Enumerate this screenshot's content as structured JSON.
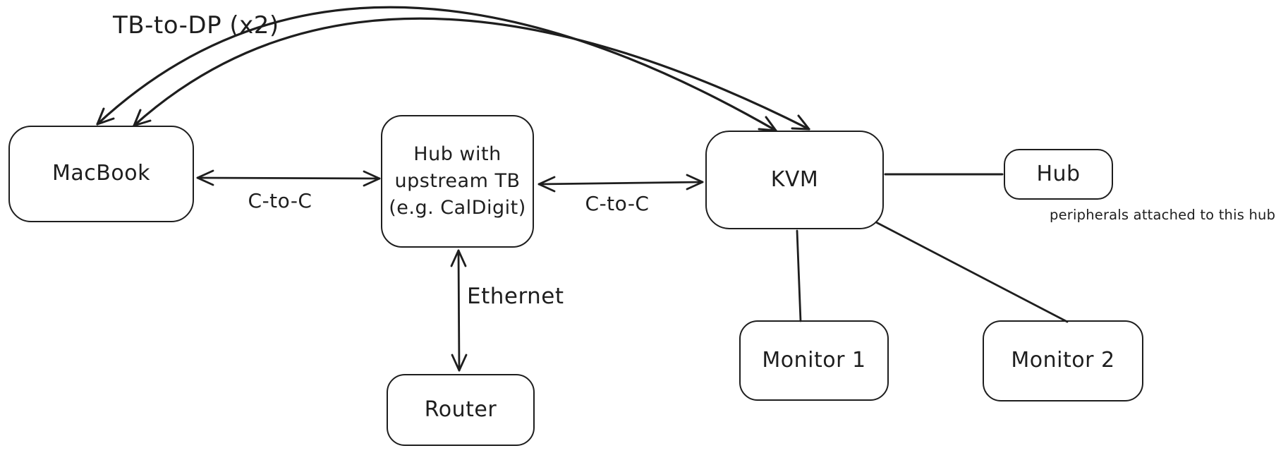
{
  "canvas": {
    "background": "#ffffff",
    "stroke_color": "#1e1e1e"
  },
  "nodes": {
    "macbook": {
      "label": "MacBook"
    },
    "hub_tb": {
      "label": "Hub with upstream TB (e.g. CalDigit)"
    },
    "kvm": {
      "label": "KVM"
    },
    "hub_right": {
      "label": "Hub"
    },
    "router": {
      "label": "Router"
    },
    "monitor1": {
      "label": "Monitor 1"
    },
    "monitor2": {
      "label": "Monitor 2"
    }
  },
  "edge_labels": {
    "tb_to_dp": "TB-to-DP (x2)",
    "c_to_c_left": "C-to-C",
    "c_to_c_right": "C-to-C",
    "ethernet": "Ethernet"
  },
  "notes": {
    "peripherals": "peripherals attached to this hub"
  }
}
